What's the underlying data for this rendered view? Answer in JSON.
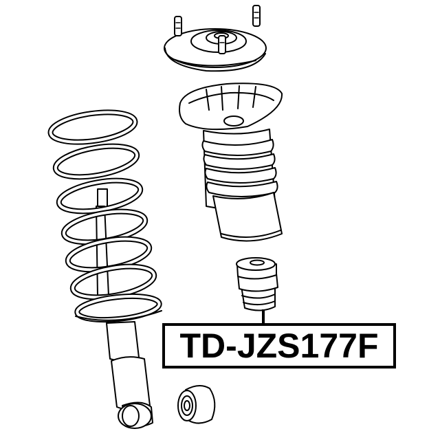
{
  "diagram": {
    "type": "exploded parts diagram (strut suspension)",
    "components": [
      {
        "id": "strut-mount",
        "name": "upper strut mount with 3 studs"
      },
      {
        "id": "dust-boot",
        "name": "spring seat / dust boot (bellows)"
      },
      {
        "id": "bump-stop",
        "name": "bump stop (highlighted part)"
      },
      {
        "id": "coil-spring",
        "name": "coil spring over shock absorber"
      },
      {
        "id": "shock-absorber",
        "name": "shock absorber with lower eye"
      },
      {
        "id": "bushing",
        "name": "lower bushing"
      }
    ],
    "colors": {
      "line": "#000000",
      "background": "#ffffff"
    }
  },
  "label": {
    "part_number": "TD-JZS177F",
    "points_to": "bump-stop"
  }
}
